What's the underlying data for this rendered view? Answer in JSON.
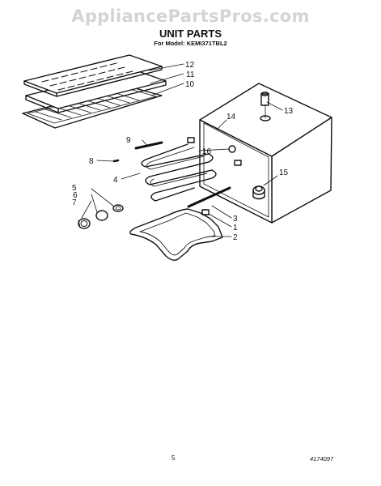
{
  "watermark": "AppliancePartsPros.com",
  "header": {
    "title": "UNIT PARTS",
    "model_line": "For Model: KEMI371TBL2"
  },
  "callouts": {
    "c1": "1",
    "c2": "2",
    "c3": "3",
    "c4": "4",
    "c5": "5",
    "c6": "6",
    "c7": "7",
    "c8": "8",
    "c9": "9",
    "c10": "10",
    "c11": "11",
    "c12": "12",
    "c13": "13",
    "c14": "14",
    "c15": "15",
    "c16": "16"
  },
  "footer": {
    "page_number": "5",
    "document_number": "4174097"
  }
}
